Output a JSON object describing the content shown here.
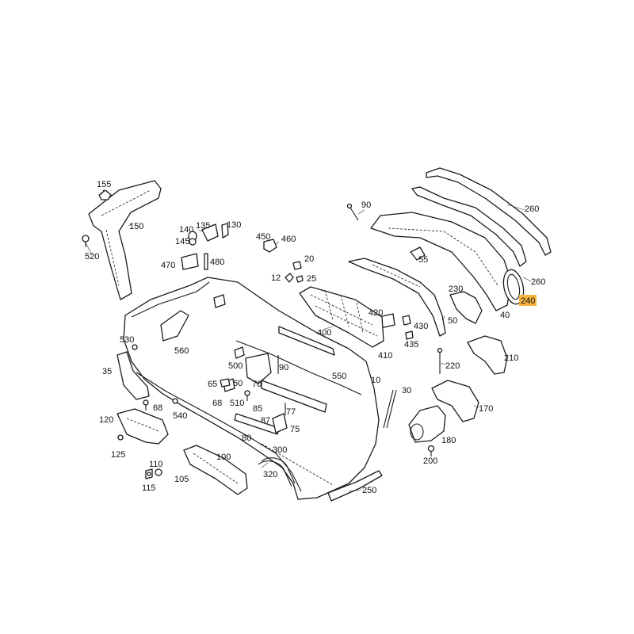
{
  "diagram": {
    "highlight_color": "#f5b640",
    "callouts": [
      {
        "id": "c155",
        "label": "155"
      },
      {
        "id": "c150",
        "label": "150"
      },
      {
        "id": "c520",
        "label": "520"
      },
      {
        "id": "c140",
        "label": "140"
      },
      {
        "id": "c135",
        "label": "135"
      },
      {
        "id": "c130",
        "label": "130"
      },
      {
        "id": "c145",
        "label": "145"
      },
      {
        "id": "c470",
        "label": "470"
      },
      {
        "id": "c480",
        "label": "480"
      },
      {
        "id": "c450",
        "label": "450"
      },
      {
        "id": "c460",
        "label": "460"
      },
      {
        "id": "c20",
        "label": "20"
      },
      {
        "id": "c12",
        "label": "12"
      },
      {
        "id": "c25",
        "label": "25"
      },
      {
        "id": "c90a",
        "label": "90"
      },
      {
        "id": "c260a",
        "label": "260"
      },
      {
        "id": "c55",
        "label": "55"
      },
      {
        "id": "c260b",
        "label": "260"
      },
      {
        "id": "c230",
        "label": "230"
      },
      {
        "id": "c240",
        "label": "240"
      },
      {
        "id": "c420",
        "label": "420"
      },
      {
        "id": "c430",
        "label": "430"
      },
      {
        "id": "c50",
        "label": "50"
      },
      {
        "id": "c40",
        "label": "40"
      },
      {
        "id": "c400",
        "label": "400"
      },
      {
        "id": "c435",
        "label": "435"
      },
      {
        "id": "c410",
        "label": "410"
      },
      {
        "id": "c530",
        "label": "530"
      },
      {
        "id": "c560",
        "label": "560"
      },
      {
        "id": "c35",
        "label": "35"
      },
      {
        "id": "c500",
        "label": "500"
      },
      {
        "id": "c90b",
        "label": "90"
      },
      {
        "id": "c550",
        "label": "550"
      },
      {
        "id": "c220",
        "label": "220"
      },
      {
        "id": "c210",
        "label": "210"
      },
      {
        "id": "c65",
        "label": "65"
      },
      {
        "id": "c70",
        "label": "70"
      },
      {
        "id": "c60",
        "label": "60"
      },
      {
        "id": "c10",
        "label": "10"
      },
      {
        "id": "c68a",
        "label": "68"
      },
      {
        "id": "c68b",
        "label": "68"
      },
      {
        "id": "c510",
        "label": "510"
      },
      {
        "id": "c540",
        "label": "540"
      },
      {
        "id": "c85",
        "label": "85"
      },
      {
        "id": "c77",
        "label": "77"
      },
      {
        "id": "c30",
        "label": "30"
      },
      {
        "id": "c170",
        "label": "170"
      },
      {
        "id": "c120",
        "label": "120"
      },
      {
        "id": "c87",
        "label": "87"
      },
      {
        "id": "c75",
        "label": "75"
      },
      {
        "id": "c80",
        "label": "80"
      },
      {
        "id": "c180",
        "label": "180"
      },
      {
        "id": "c125",
        "label": "125"
      },
      {
        "id": "c300",
        "label": "300"
      },
      {
        "id": "c100",
        "label": "100"
      },
      {
        "id": "c200",
        "label": "200"
      },
      {
        "id": "c110",
        "label": "110"
      },
      {
        "id": "c105",
        "label": "105"
      },
      {
        "id": "c320",
        "label": "320"
      },
      {
        "id": "c115",
        "label": "115"
      },
      {
        "id": "c250",
        "label": "250"
      }
    ]
  }
}
